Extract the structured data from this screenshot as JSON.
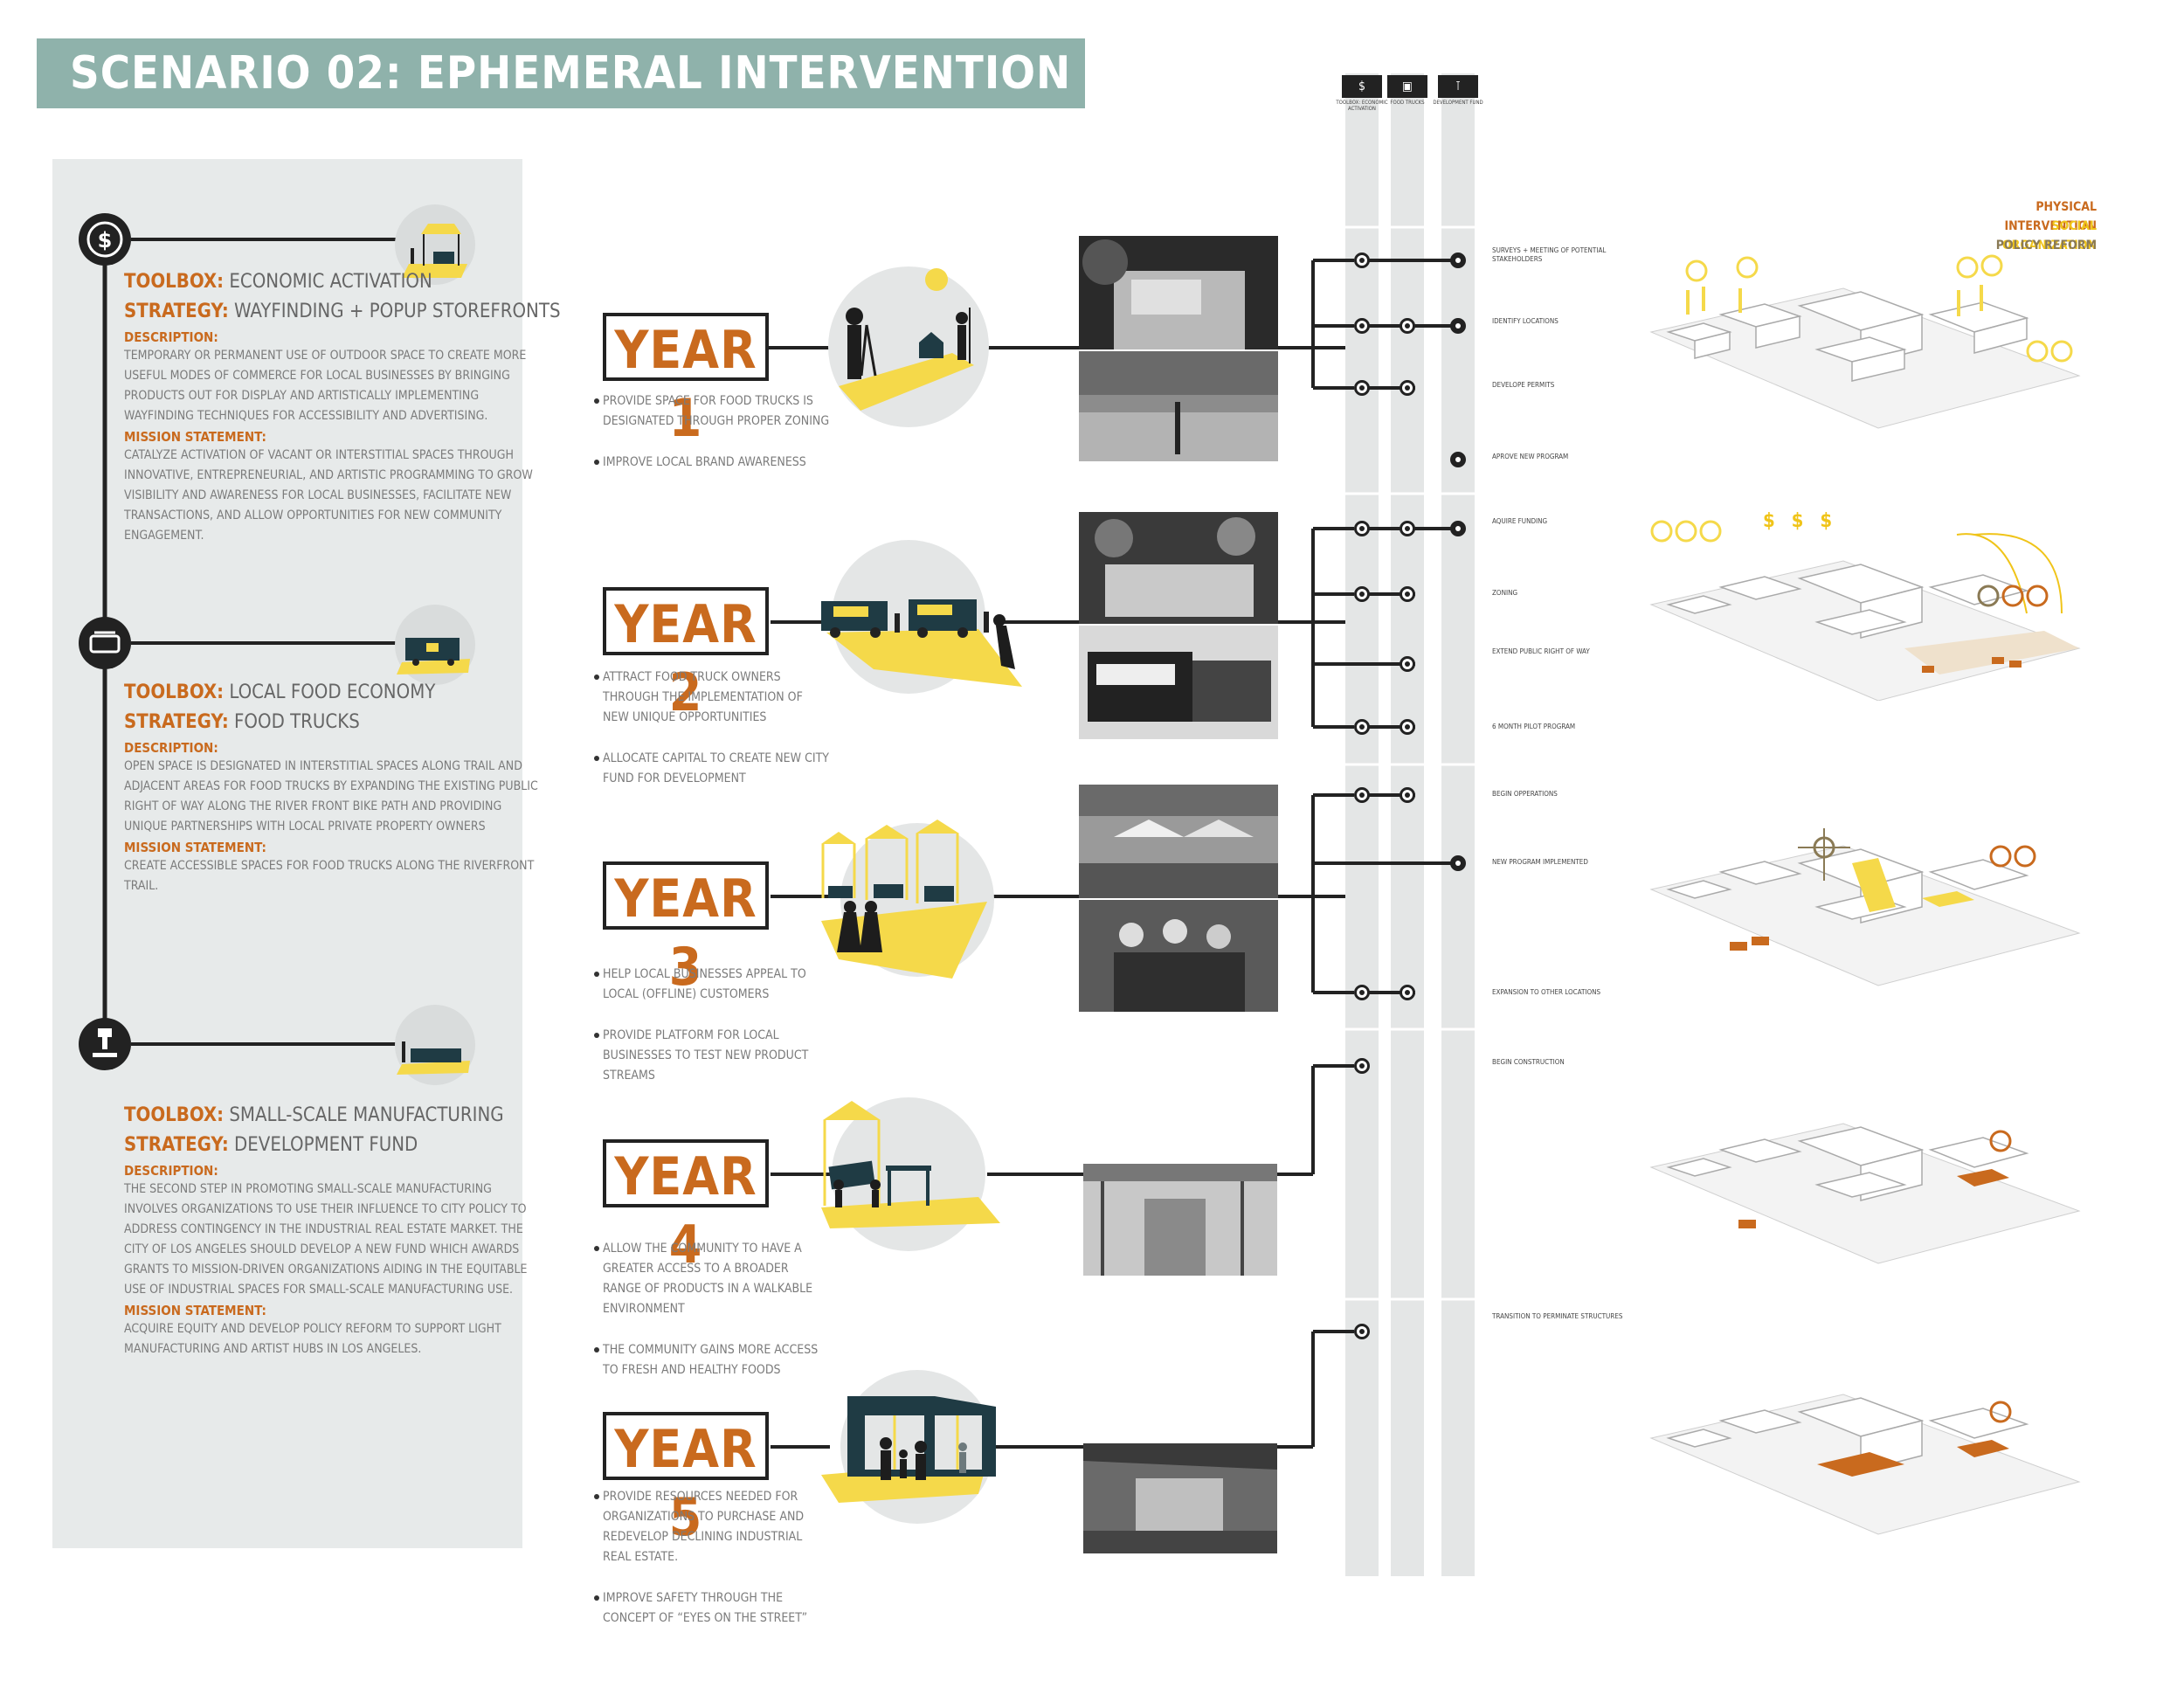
{
  "title": "SCENARIO 02: EPHEMERAL INTERVENTION + ORGANIZATION",
  "toolboxes": [
    {
      "toolbox_label": "TOOLBOX:",
      "toolbox": "ECONOMIC ACTIVATION",
      "strategy_label": "STRATEGY:",
      "strategy": "WAYFINDING + POPUP STOREFRONTS",
      "description_label": "DESCRIPTION:",
      "description": "TEMPORARY OR PERMANENT USE OF OUTDOOR SPACE TO CREATE MORE USEFUL MODES OF COMMERCE FOR LOCAL BUSINESSES BY BRINGING PRODUCTS OUT FOR DISPLAY AND ARTISTICALLY IMPLEMENTING WAYFINDING TECHNIQUES FOR ACCESSIBILITY AND ADVERTISING.",
      "mission_label": "MISSION STATEMENT:",
      "mission": "CATALYZE ACTIVATION OF VACANT OR INTERSTITIAL SPACES THROUGH INNOVATIVE, ENTREPRENEURIAL, AND ARTISTIC PROGRAMMING TO GROW VISIBILITY AND AWARENESS FOR LOCAL BUSINESSES, FACILITATE NEW TRANSACTIONS, AND ALLOW OPPORTUNITIES FOR NEW COMMUNITY ENGAGEMENT."
    },
    {
      "toolbox_label": "TOOLBOX:",
      "toolbox": "LOCAL FOOD ECONOMY",
      "strategy_label": "STRATEGY:",
      "strategy": "FOOD TRUCKS",
      "description_label": "DESCRIPTION:",
      "description": "OPEN SPACE IS DESIGNATED IN INTERSTITIAL SPACES ALONG TRAIL AND ADJACENT AREAS FOR FOOD TRUCKS BY EXPANDING THE EXISTING PUBLIC RIGHT OF WAY ALONG THE RIVER FRONT BIKE PATH AND PROVIDING UNIQUE PARTNERSHIPS WITH LOCAL PRIVATE PROPERTY OWNERS",
      "mission_label": "MISSION STATEMENT:",
      "mission": "CREATE ACCESSIBLE SPACES FOR FOOD TRUCKS ALONG THE RIVERFRONT TRAIL."
    },
    {
      "toolbox_label": "TOOLBOX:",
      "toolbox": "SMALL-SCALE MANUFACTURING",
      "strategy_label": "STRATEGY:",
      "strategy": "DEVELOPMENT FUND",
      "description_label": "DESCRIPTION:",
      "description": "THE SECOND STEP IN PROMOTING SMALL-SCALE MANUFACTURING INVOLVES ORGANIZATIONS TO USE THEIR INFLUENCE TO CITY POLICY TO ADDRESS CONTINGENCY IN THE INDUSTRIAL REAL ESTATE MARKET. THE CITY OF LOS ANGELES SHOULD DEVELOP A NEW FUND WHICH AWARDS GRANTS TO MISSION-DRIVEN ORGANIZATIONS AIDING IN THE EQUITABLE USE OF INDUSTRIAL SPACES FOR SMALL-SCALE MANUFACTURING USE.",
      "mission_label": "MISSION STATEMENT:",
      "mission": "ACQUIRE EQUITY AND DEVELOP POLICY REFORM TO SUPPORT LIGHT MANUFACTURING AND ARTIST HUBS IN LOS ANGELES."
    }
  ],
  "years": [
    {
      "label": "YEAR 1",
      "bullets": [
        "PROVIDE SPACE FOR FOOD TRUCKS IS DESIGNATED THROUGH PROPER ZONING",
        "IMPROVE LOCAL BRAND AWARENESS"
      ]
    },
    {
      "label": "YEAR 2",
      "bullets": [
        "ATTRACT FOOD TRUCK OWNERS THROUGH THE IMPLEMENTATION OF NEW UNIQUE OPPORTUNITIES",
        "ALLOCATE CAPITAL TO CREATE NEW CITY FUND FOR DEVELOPMENT"
      ]
    },
    {
      "label": "YEAR 3",
      "bullets": [
        "HELP LOCAL BUSINESSES APPEAL TO LOCAL (OFFLINE) CUSTOMERS",
        "PROVIDE PLATFORM FOR LOCAL BUSINESSES TO TEST NEW PRODUCT STREAMS"
      ]
    },
    {
      "label": "YEAR 4",
      "bullets": [
        "ALLOW THE COMMUNITY TO HAVE A GREATER ACCESS TO A BROADER RANGE OF PRODUCTS IN A WALKABLE ENVIRONMENT",
        "THE COMMUNITY GAINS MORE ACCESS TO FRESH AND HEALTHY FOODS"
      ]
    },
    {
      "label": "YEAR 5",
      "bullets": [
        "PROVIDE RESOURCES NEEDED FOR ORGANIZATIONS TO PURCHASE AND REDEVELOP DECLINING INDUSTRIAL REAL ESTATE.",
        "IMPROVE SAFETY THROUGH THE CONCEPT OF “EYES ON THE STREET”"
      ]
    }
  ],
  "timeline_columns": [
    {
      "icon": "$",
      "label": "TOOLBOX: ECONOMIC ACTIVATION"
    },
    {
      "icon": "▣",
      "label": "FOOD TRUCKS"
    },
    {
      "icon": "⊺",
      "label": "DEVELOPMENT FUND"
    }
  ],
  "events": [
    "SURVEYS + MEETING OF POTENTIAL STAKEHOLDERS",
    "IDENTIFY LOCATIONS",
    "DEVELOPE PERMITS",
    "APROVE NEW PROGRAM",
    "AQUIRE FUNDING",
    "ZONING",
    "EXTEND PUBLIC RIGHT OF WAY",
    "6 MONTH PILOT PROGRAM",
    "BEGIN OPPERATIONS",
    "NEW PROGRAM IMPLEMENTED",
    "EXPANSION TO OTHER LOCATIONS",
    "BEGIN CONSTRUCTION",
    "TRANSITION TO PERMINATE STRUCTURES"
  ],
  "legend": [
    {
      "label": "PHYSICAL INTERVENTION",
      "color": "#c96a1e"
    },
    {
      "label": "SOCIAL ORGANIZATION",
      "color": "#f0c419"
    },
    {
      "label": "POLICY REFORM",
      "color": "#8a7a55"
    }
  ],
  "money_signs": "$ $ $",
  "colors": {
    "orange": "#c96a1e",
    "yellow": "#f5d94a",
    "teal": "#8fb2ab",
    "dark": "#222222",
    "panel": "#e7eaea"
  }
}
